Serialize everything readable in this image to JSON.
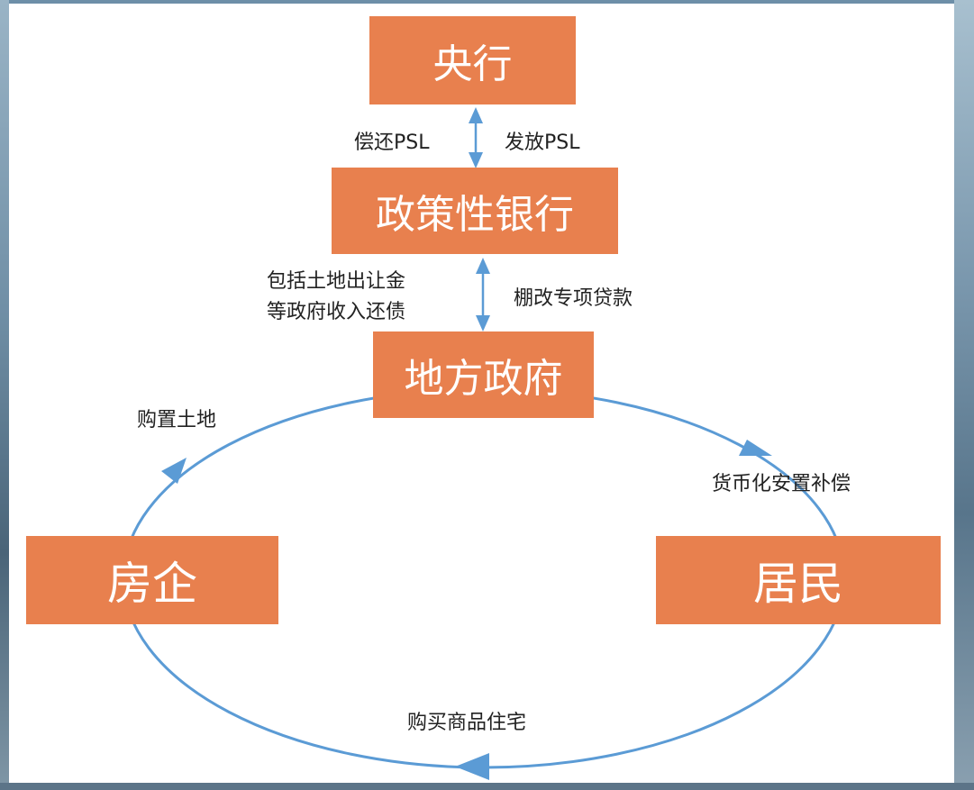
{
  "nodes": {
    "central_bank": "央行",
    "policy_bank": "政策性银行",
    "local_gov": "地方政府",
    "developer": "房企",
    "residents": "居民"
  },
  "edges": {
    "repay_psl": "偿还PSL",
    "issue_psl": "发放PSL",
    "repay_debt_line1": "包括土地出让金",
    "repay_debt_line2": "等政府收入还债",
    "shantytown_loan": "棚改专项贷款",
    "buy_land": "购置土地",
    "cash_compensation": "货币化安置补偿",
    "buy_housing": "购买商品住宅"
  },
  "colors": {
    "box_fill": "#e8804e",
    "box_text": "#ffffff",
    "arrow": "#5b9bd5",
    "label_text": "#222222"
  }
}
